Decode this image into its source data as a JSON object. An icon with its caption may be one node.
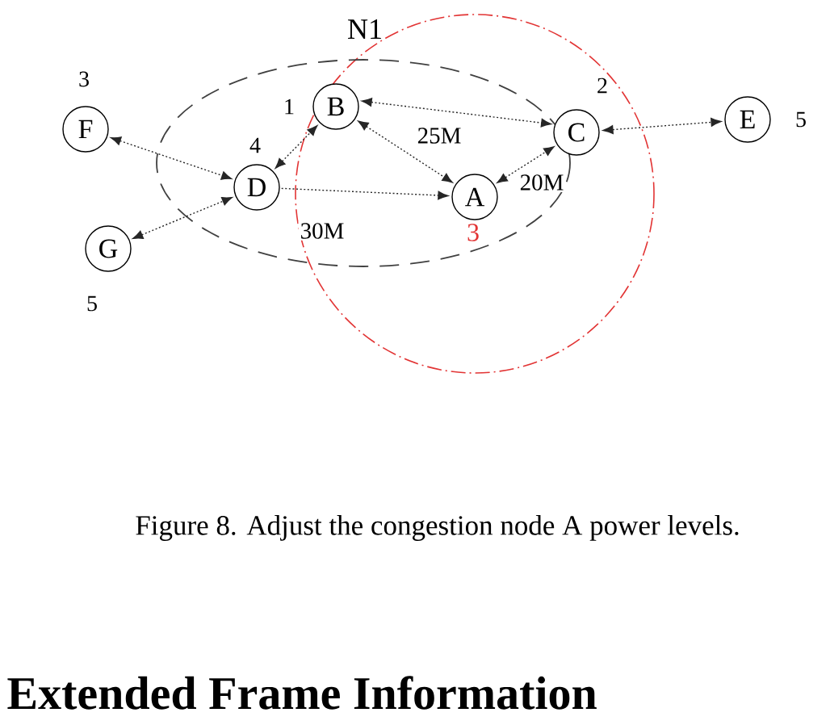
{
  "diagram": {
    "caption": "Figure 8. Adjust the congestion node A power levels.",
    "nodes": [
      {
        "text": [
          "N1"
        ]
      },
      {
        "text": [
          "F"
        ],
        "beside": [
          "3"
        ]
      },
      {
        "text": [
          "B"
        ],
        "in": 0,
        "beside": [
          "1"
        ]
      },
      {
        "text": [
          "C"
        ],
        "beside": [
          "2"
        ]
      },
      {
        "text": [
          "E"
        ],
        "beside": [
          "5"
        ]
      },
      {
        "text": [
          "D"
        ],
        "in": 0,
        "beside": [
          "4"
        ]
      },
      {
        "text": [
          "A"
        ],
        "in": 0,
        "beside": [
          "3"
        ]
      },
      {
        "text": [
          "G"
        ],
        "beside": [
          "5"
        ]
      }
    ],
    "edges": [
      {
        "from": 1,
        "to": 5,
        "arrow": "both"
      },
      {
        "from": 2,
        "to": 3,
        "arrow": "both"
      },
      {
        "from": 3,
        "to": 4,
        "arrow": "both"
      },
      {
        "from": 5,
        "to": 2,
        "arrow": "both"
      },
      {
        "from": 2,
        "to": 6,
        "arrow": "both",
        "label": "25M"
      },
      {
        "from": 6,
        "to": 3,
        "arrow": "both",
        "label": "20M"
      },
      {
        "from": 5,
        "to": 6,
        "arrow": "to",
        "label": "30M"
      },
      {
        "from": 7,
        "to": 5,
        "arrow": "both"
      }
    ],
    "labels": [
      "Extended Frame Information"
    ]
  }
}
